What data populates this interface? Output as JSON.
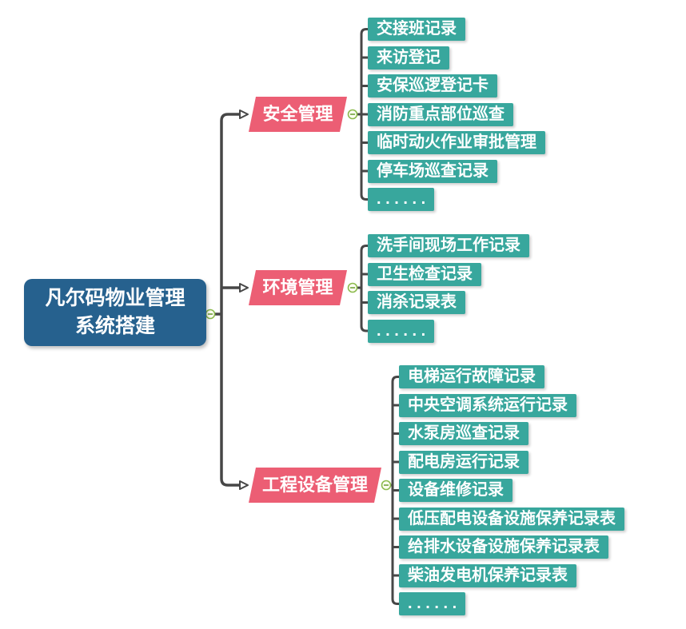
{
  "diagram_type": "mindmap",
  "root": {
    "label_line1": "凡尔码物业管理",
    "label_line2": "系统搭建"
  },
  "branches": [
    {
      "label": "安全管理",
      "leaves": [
        "交接班记录",
        "来访登记",
        "安保巡逻登记卡",
        "消防重点部位巡查",
        "临时动火作业审批管理",
        "停车场巡查记录",
        ". . . . . ."
      ]
    },
    {
      "label": "环境管理",
      "leaves": [
        "洗手间现场工作记录",
        "卫生检查记录",
        "消杀记录表",
        ". . . . . ."
      ]
    },
    {
      "label": "工程设备管理",
      "leaves": [
        "电梯运行故障记录",
        "中央空调系统运行记录",
        "水泵房巡查记录",
        "配电房运行记录",
        "设备维修记录",
        "低压配电设备设施保养记录表",
        "给排水设备设施保养记录表",
        "柴油发电机保养记录表",
        ". . . . . ."
      ]
    }
  ],
  "colors": {
    "root_bg": "#26618e",
    "branch_bg": "#ec5e74",
    "leaf_bg": "#38a79d",
    "text": "#ffffff",
    "connector_line": "#474747",
    "collapse_circle_stroke": "#8cbb4e",
    "collapse_circle_fill": "#fdfdf2",
    "collapse_minus": "#71a33c",
    "arrowhead_fill": "#ffffff"
  },
  "icons": {
    "collapse": "minus-in-circle",
    "arrow": "open-triangle-right"
  }
}
